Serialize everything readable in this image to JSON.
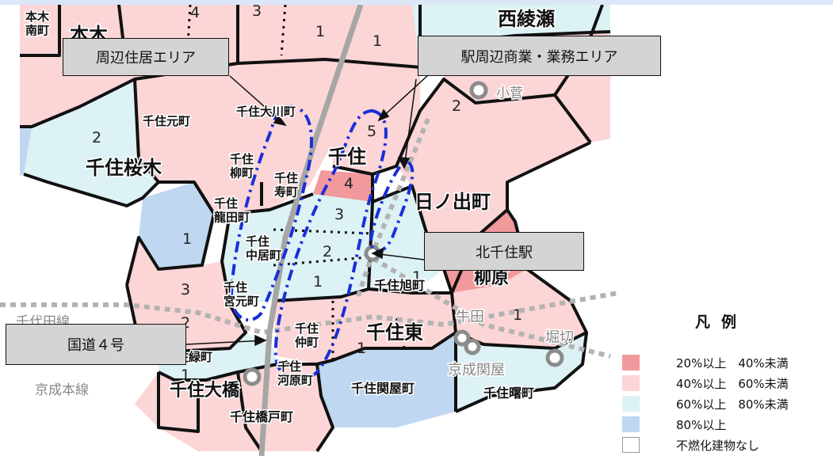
{
  "map": {
    "colors": {
      "pct20_40": "#f1999c",
      "pct40_60": "#fcd5d6",
      "pct60_80": "#dcf2f5",
      "pct80": "#bfd7f0",
      "none": "#ffffff",
      "boundary": "#111111",
      "road": "#a6a6a6",
      "railway": "#b3b3b3",
      "area_outline": "#1a2fd8"
    },
    "town_labels": [
      {
        "id": "motoki-minami",
        "text": "本木\n南町"
      },
      {
        "id": "motoki",
        "text": "本木"
      },
      {
        "id": "nishi-ayase",
        "text": "西綾瀬"
      },
      {
        "id": "senju-motomachi",
        "text": "千住元町"
      },
      {
        "id": "senju-ohashi-top",
        "text": "千住大川町"
      },
      {
        "id": "senju-sakuragi",
        "text": "千住桜木"
      },
      {
        "id": "senju-yanagicho",
        "text": "千住\n柳町"
      },
      {
        "id": "senju-kotobukicho",
        "text": "千住\n寿町"
      },
      {
        "id": "senju",
        "text": "千住"
      },
      {
        "id": "hinodecho",
        "text": "日ノ出町"
      },
      {
        "id": "senju-tatsutacho",
        "text": "千住\n龍田町"
      },
      {
        "id": "senju-nakaicho",
        "text": "千住\n中居町"
      },
      {
        "id": "senju-miyamotocho",
        "text": "千住\n宮元町"
      },
      {
        "id": "senju-asahicho",
        "text": "千住旭町"
      },
      {
        "id": "yanagihara",
        "text": "柳原"
      },
      {
        "id": "senju-higashi",
        "text": "千住東"
      },
      {
        "id": "senju-nakacho",
        "text": "千住\n仲町"
      },
      {
        "id": "senju-midoricho",
        "text": "千住緑町"
      },
      {
        "id": "senju-kawaracho",
        "text": "千住\n河原町"
      },
      {
        "id": "senju-sekiyacho",
        "text": "千住関屋町"
      },
      {
        "id": "senju-akebonocho",
        "text": "千住曙町"
      },
      {
        "id": "senju-ohashi",
        "text": "千住大橋"
      },
      {
        "id": "senju-hashidocho",
        "text": "千住橋戸町"
      }
    ],
    "chome_numbers": [
      "4",
      "3",
      "1",
      "1",
      "2",
      "5",
      "4",
      "3",
      "2",
      "1",
      "1",
      "3",
      "2",
      "1",
      "2",
      "1",
      "1",
      "1"
    ],
    "station_labels": [
      {
        "id": "kosuge",
        "text": "小菅"
      },
      {
        "id": "ushida",
        "text": "牛田"
      },
      {
        "id": "keisei-sekiya",
        "text": "京成関屋"
      },
      {
        "id": "horikiri",
        "text": "堀切"
      }
    ],
    "line_labels": [
      {
        "id": "chiyoda-line",
        "text": "千代田線"
      },
      {
        "id": "keisei-main-line",
        "text": "京成本線"
      }
    ]
  },
  "callouts": {
    "residential_area": "周辺住居エリア",
    "station_commercial_area": "駅周辺商業・業務エリア",
    "kita_senju_station": "北千住駅",
    "national_route_4": "国道４号"
  },
  "legend": {
    "title": "凡例",
    "items": [
      {
        "label": "20%以上　40%未満",
        "color": "#f1999c"
      },
      {
        "label": "40%以上　60%未満",
        "color": "#fcd5d6"
      },
      {
        "label": "60%以上　80%未満",
        "color": "#dcf2f5"
      },
      {
        "label": "80%以上",
        "color": "#bfd7f0"
      },
      {
        "label": "不燃化建物なし",
        "color": "#ffffff"
      }
    ]
  }
}
